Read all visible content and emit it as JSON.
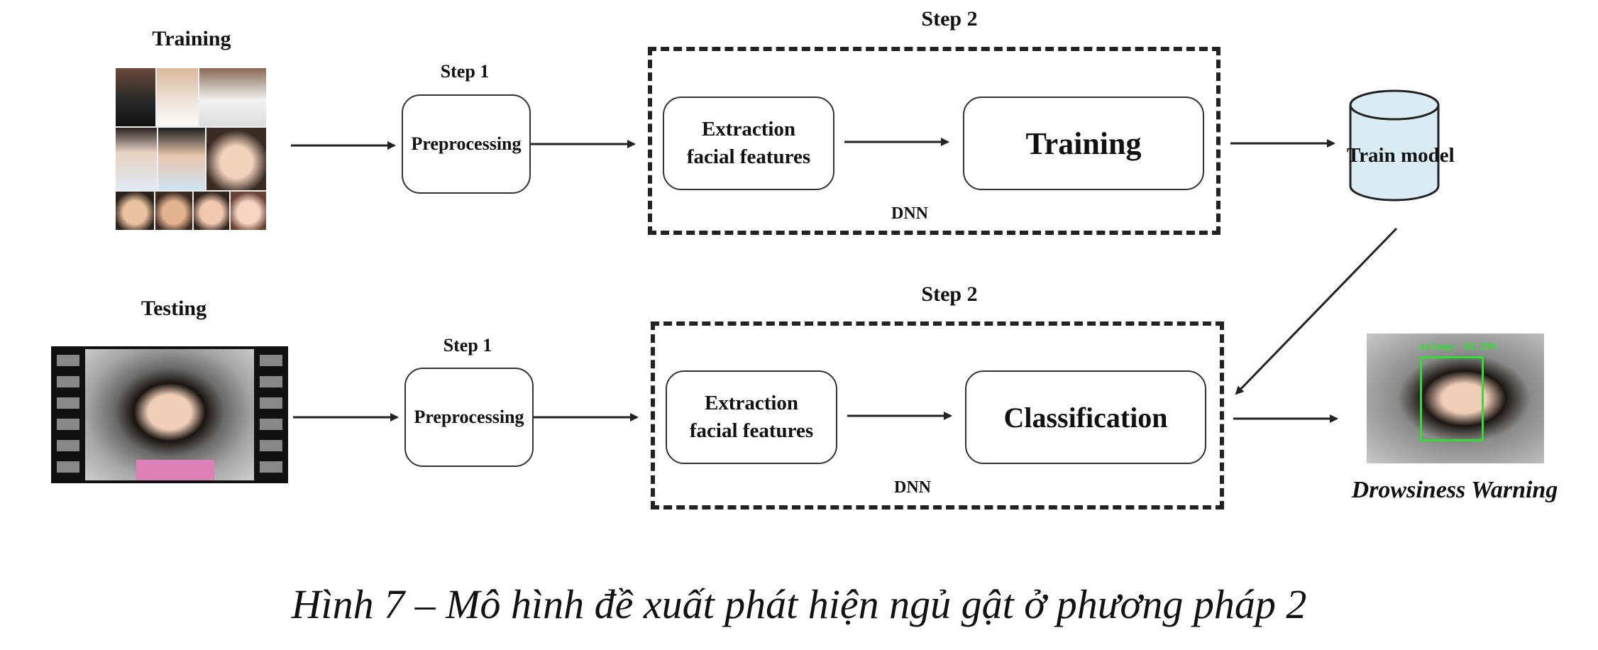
{
  "diagram": {
    "training_label": "Training",
    "testing_label": "Testing",
    "top_row": {
      "step1_label": "Step 1",
      "preprocessing": "Preprocessing",
      "step2_label": "Step 2",
      "extraction_line1": "Extraction",
      "extraction_line2": "facial features",
      "training_box": "Training",
      "dnn_label": "DNN",
      "train_model": "Train model"
    },
    "bottom_row": {
      "step1_label": "Step 1",
      "preprocessing": "Preprocessing",
      "step2_label": "Step 2",
      "extraction_line1": "Extraction",
      "extraction_line2": "facial features",
      "classification_box": "Classification",
      "dnn_label": "DNN"
    },
    "output_overlay_text": "asleep: 88.59%",
    "output_label": "Drowsiness Warning",
    "caption": "Hình 7 – Mô hình đề xuất phát hiện ngủ gật ở phương pháp 2"
  },
  "colors": {
    "arrow": "#222222",
    "cylinder_fill": "#d9ecf5",
    "detection_box": "#33dd33"
  }
}
